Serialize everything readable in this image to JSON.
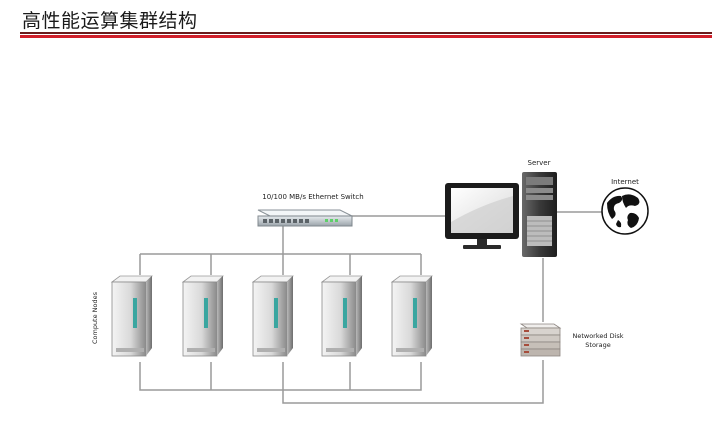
{
  "slide": {
    "title": "高性能运算集群结构"
  },
  "diagram": {
    "switch_label": "10/100 MB/s Ethernet Switch",
    "server_label": "Server",
    "internet_label": "Internet",
    "storage_label_line1": "Networked Disk",
    "storage_label_line2": "Storage",
    "compute_nodes_label": "Compute Nodes",
    "node_count": 5
  },
  "colors": {
    "title_rule_red": "#d11f2a",
    "title_rule_dark": "#6b1b1b",
    "line": "#9a9a9a",
    "node_accent": "#3aa6a0"
  },
  "icons": [
    "switch-icon",
    "monitor-icon",
    "server-tower-icon",
    "globe-icon",
    "disk-storage-icon",
    "compute-node-icon"
  ]
}
